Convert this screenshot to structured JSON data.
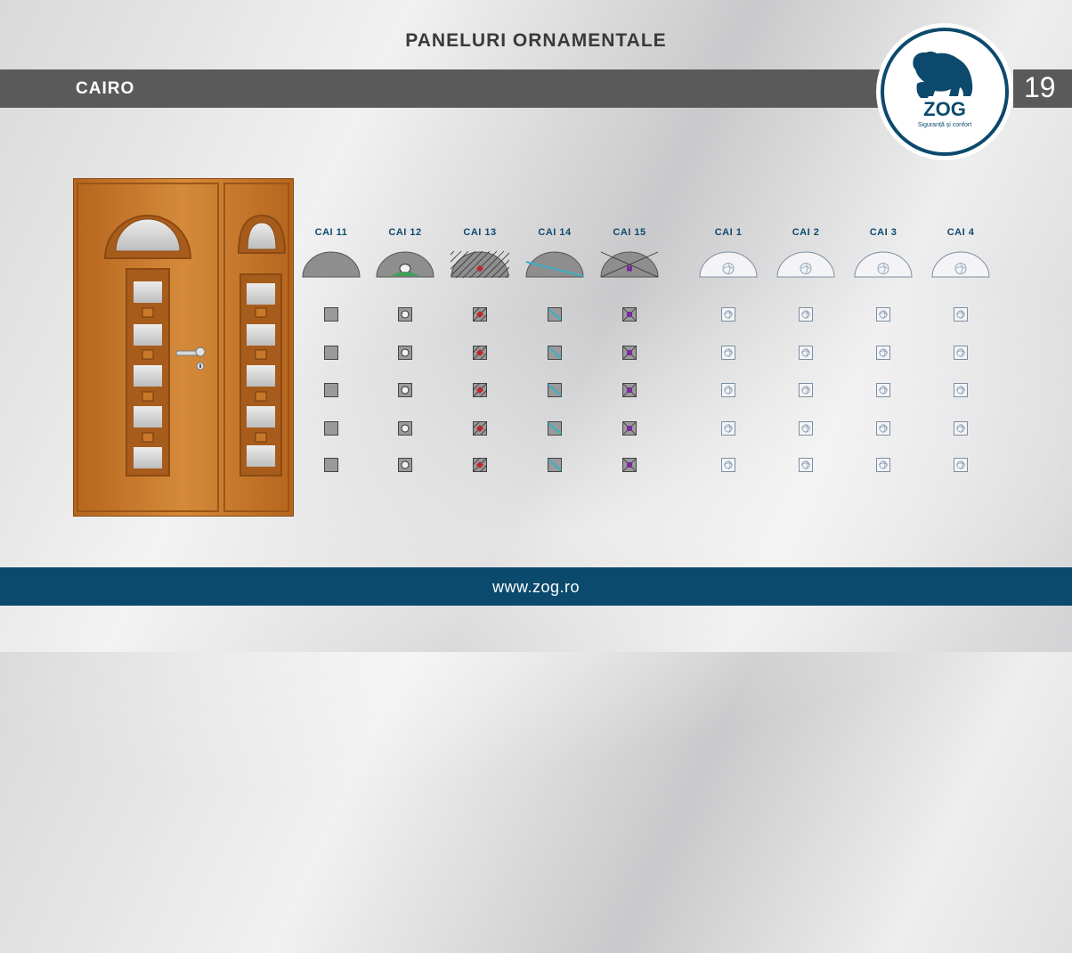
{
  "header": {
    "title": "PANELURI ORNAMENTALE",
    "section": "CAIRO",
    "page_number": "19"
  },
  "logo": {
    "brand": "ZOG",
    "tagline": "Siguranță și confort"
  },
  "footer": {
    "url": "www.zog.ro"
  },
  "colors": {
    "accent": "#0b4a6d",
    "bar": "#5a5a5a",
    "door": "#c9782a"
  },
  "panels": [
    {
      "code": "CAI 11",
      "style": "plain"
    },
    {
      "code": "CAI 12",
      "style": "flower"
    },
    {
      "code": "CAI 13",
      "style": "red-lattice"
    },
    {
      "code": "CAI 14",
      "style": "blue-diagonal"
    },
    {
      "code": "CAI 15",
      "style": "purple-center"
    },
    {
      "code": "CAI 1",
      "style": "frosted-1"
    },
    {
      "code": "CAI 2",
      "style": "frosted-2"
    },
    {
      "code": "CAI 3",
      "style": "frosted-3"
    },
    {
      "code": "CAI 4",
      "style": "frosted-4"
    }
  ],
  "tile_rows": 5
}
